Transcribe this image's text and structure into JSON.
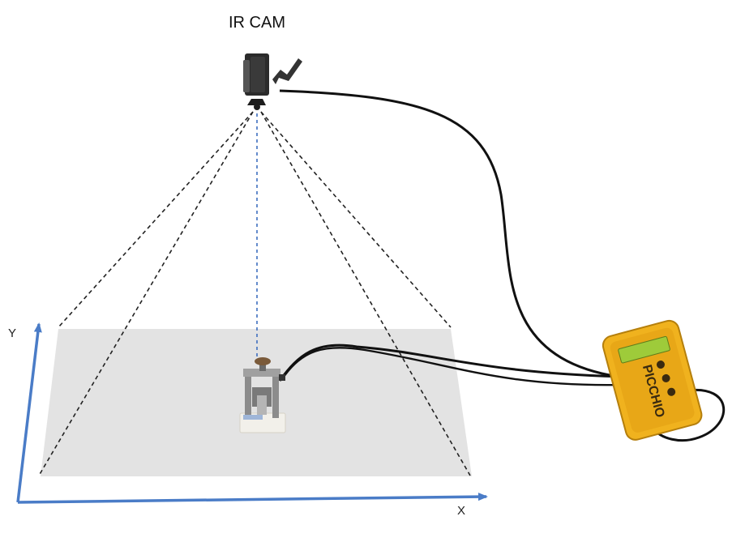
{
  "labels": {
    "camera": "IR CAM",
    "y_axis": "Y",
    "x_axis": "X",
    "device_brand": "PICCHIO"
  },
  "colors": {
    "axis": "#4a7cc7",
    "plane": "#e3e3e3",
    "fov_lines": "#222222",
    "center_line": "#3f6fbf",
    "cable": "#111111",
    "device_body": "#f0b21e",
    "device_screen": "#9ecb3a",
    "camera_body": "#2b2b2b",
    "specimen_metal": "#8c8c8c",
    "specimen_base": "#f2f0ea",
    "knob": "#7a5a3a"
  },
  "icons": {
    "camera": "ir-camera-icon",
    "device": "data-logger-icon",
    "specimen": "test-rig-icon"
  }
}
